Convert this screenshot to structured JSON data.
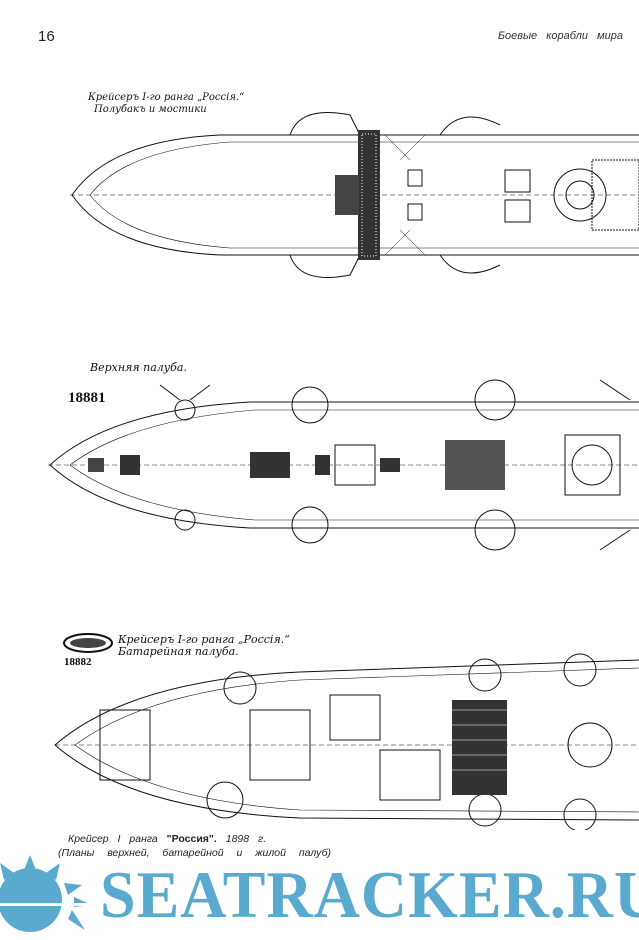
{
  "page_number": "16",
  "running_header": "Боевые корабли мира",
  "plans": [
    {
      "title": "Крейсеръ I-го ранга „Россія.“",
      "subtitle": "Полубакъ и мостики",
      "number": ""
    },
    {
      "title": "Верхняя палуба.",
      "subtitle": "",
      "number": "18881"
    },
    {
      "title": "Крейсеръ I-го ранга „Россія.“",
      "subtitle": "Батарейная палуба.",
      "number": "18882"
    }
  ],
  "caption": {
    "prefix": "Крейсер I ранга",
    "name": "\"Россия\".",
    "year": "1898 г.",
    "line2": "(Планы верхней, батарейной и жилой палуб)"
  },
  "watermark": {
    "text": "SEATRACKER.RU",
    "color": "#5aa9cf"
  }
}
